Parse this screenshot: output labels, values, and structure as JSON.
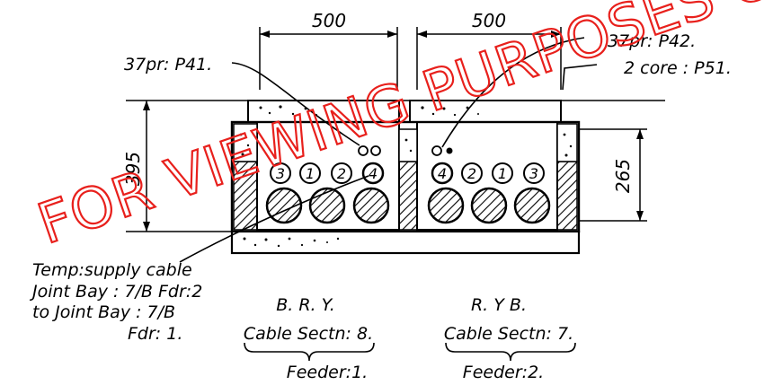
{
  "dimensions": {
    "left_width": "500",
    "right_width": "500",
    "left_height": "395",
    "right_height": "265"
  },
  "callouts": {
    "top_left": "37pr: P41.",
    "top_right_1": "37pr: P42.",
    "top_right_2": "2 core : P51."
  },
  "cable_numbers": {
    "left": [
      "3",
      "1",
      "2",
      "4"
    ],
    "right": [
      "4",
      "2",
      "1",
      "3"
    ]
  },
  "note": {
    "line1": "Temp:supply cable",
    "line2": "Joint Bay : 7/B  Fdr:2",
    "line3": "to Joint Bay : 7/B",
    "line4": "Fdr: 1."
  },
  "feeder1": {
    "phases": "B.  R.  Y.",
    "section": "Cable  Sectn: 8.",
    "name": "Feeder:1."
  },
  "feeder2": {
    "phases": "R.  Y  B.",
    "section": "Cable  Sectn: 7.",
    "name": "Feeder:2."
  },
  "watermark": "FOR VIEWING PURPOSES ONLY",
  "colors": {
    "watermark": "#e8201c",
    "ink": "#000000"
  }
}
